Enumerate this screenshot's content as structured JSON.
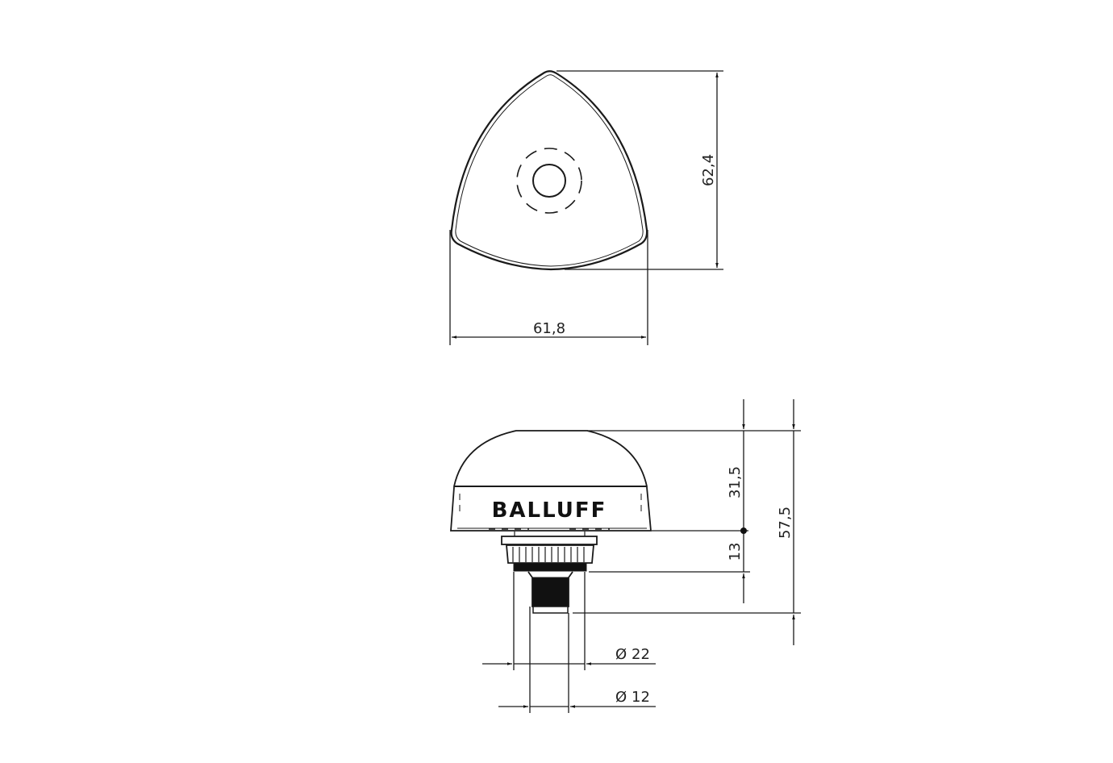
{
  "drawing": {
    "brand_logo": "BALLUFF",
    "top_view": {
      "dimensions": {
        "width": "61,8",
        "height": "62,4"
      }
    },
    "side_view": {
      "dimensions": {
        "dome_height": "31,5",
        "total_height": "57,5",
        "base_height": "13",
        "outer_diameter": "22",
        "inner_diameter": "12",
        "diameter_symbol": "Ø"
      }
    },
    "colors": {
      "line": "#1a1a1a",
      "background": "#ffffff"
    }
  }
}
